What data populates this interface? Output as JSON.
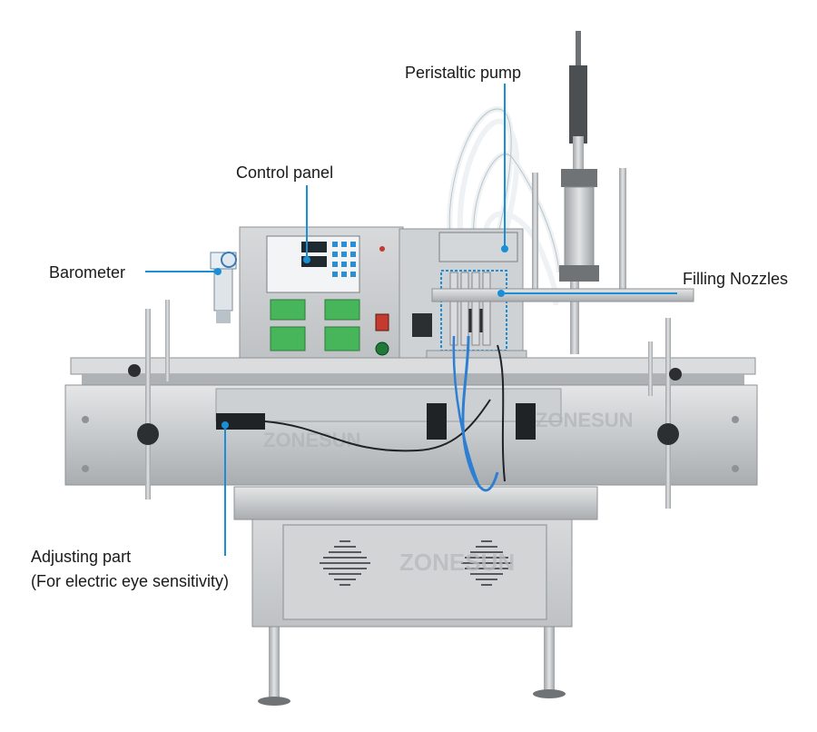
{
  "labels": {
    "peristaltic_pump": "Peristaltic pump",
    "control_panel": "Control panel",
    "barometer": "Barometer",
    "filling_nozzles": "Filling Nozzles",
    "adjusting_part": "Adjusting part",
    "adjusting_part_note": "(For electric eye sensitivity)"
  },
  "brand_watermark": "ZONESUN",
  "colors": {
    "callout_line": "#1a8fd6",
    "steel": "#c9ccce",
    "steel_dark": "#8d9296",
    "panel_green": "#47b55a",
    "text": "#1a1a1a"
  }
}
